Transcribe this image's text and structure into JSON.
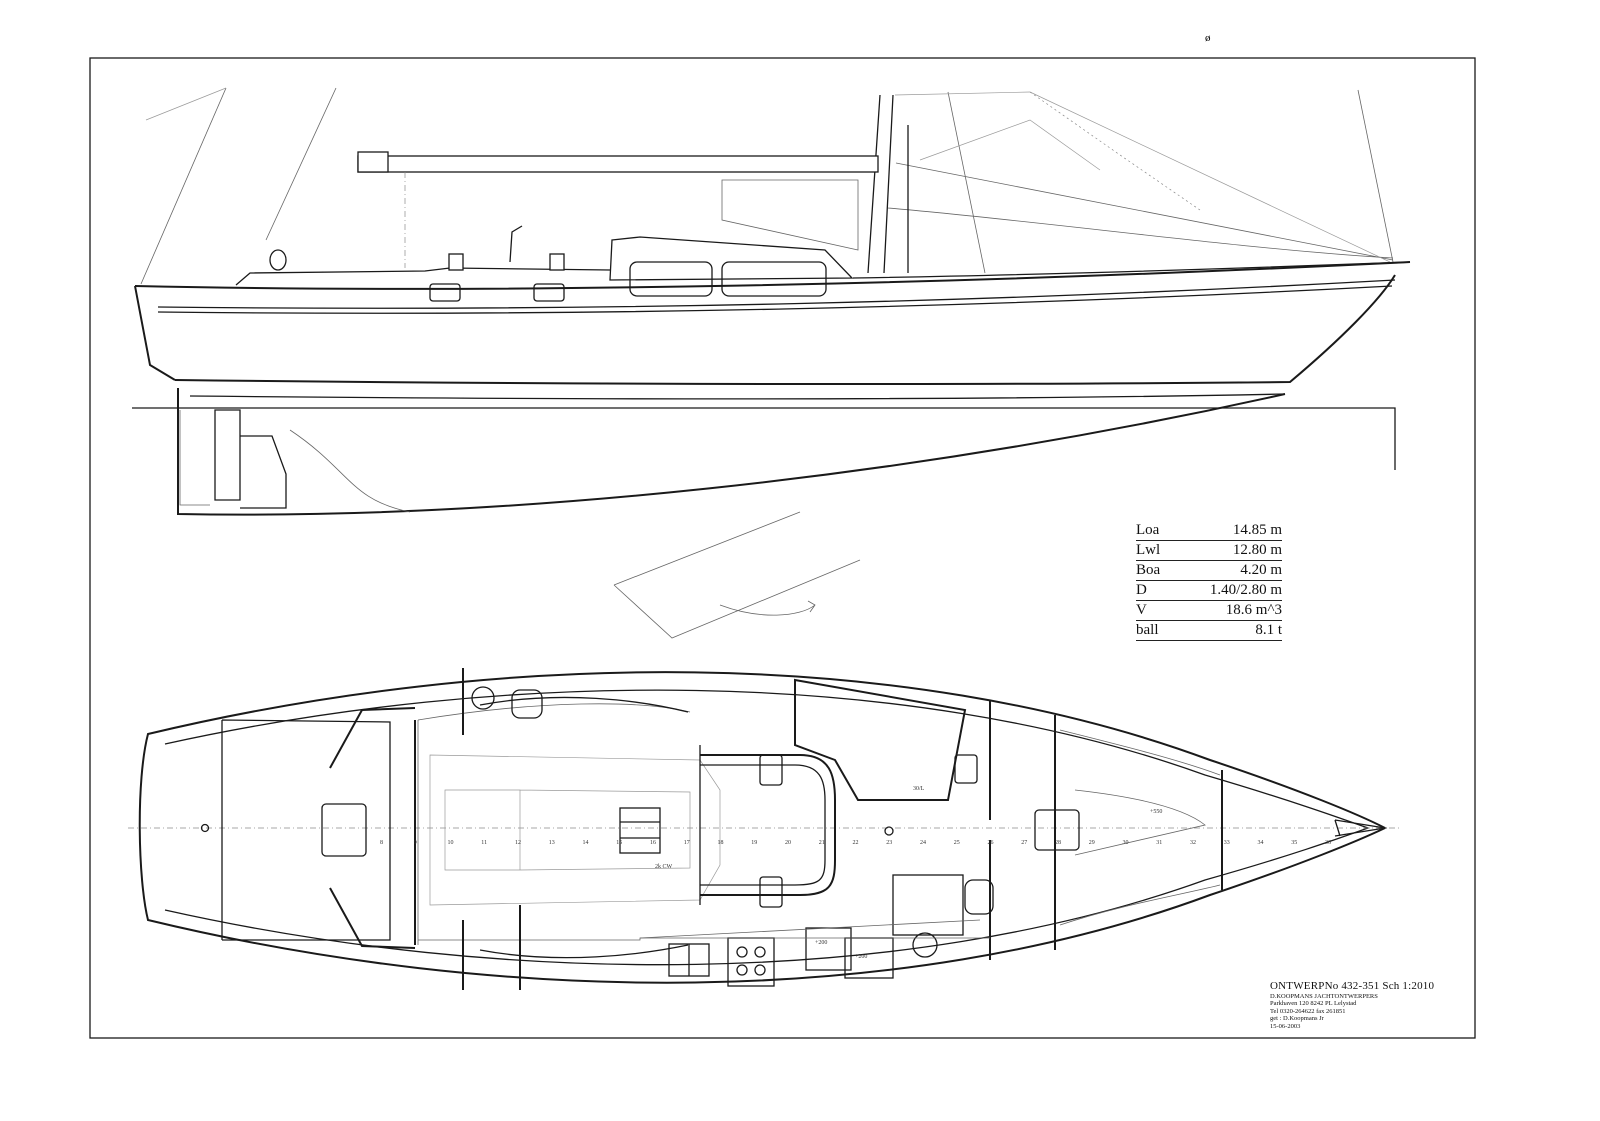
{
  "specs": {
    "rows": [
      {
        "label": "Loa",
        "value": "14.85 m"
      },
      {
        "label": "Lwl",
        "value": "12.80 m"
      },
      {
        "label": "Boa",
        "value": "4.20 m"
      },
      {
        "label": "D",
        "value": "1.40/2.80 m"
      },
      {
        "label": "V",
        "value": "18.6 m^3"
      },
      {
        "label": "ball",
        "value": "8.1 t"
      }
    ]
  },
  "title_block": {
    "design": "ONTWERPNo 432-351 Sch 1:2010",
    "company": "D.KOOPMANS JACHTONTWERPERS",
    "address": "Parkhaven 120 8242 PL Lelystad",
    "phone": "Tel 0320-264622 fax 261851",
    "drawn_by": "get : D.Koopmans Jr",
    "date": "15-06-2003"
  },
  "plan_labels": {
    "stations": [
      "8",
      "9",
      "10",
      "11",
      "12",
      "13",
      "14",
      "15",
      "16",
      "17",
      "18",
      "19",
      "20",
      "21",
      "22",
      "23",
      "24",
      "25",
      "26",
      "27",
      "28",
      "29",
      "30",
      "31",
      "32",
      "33",
      "34",
      "35",
      "36"
    ],
    "berth_a": "+200",
    "berth_b": "+200",
    "berth_c": "+550",
    "cockpit_note": "2k CW",
    "mast_note": "30/L"
  },
  "colors": {
    "line": "#1a1a1a",
    "paper": "#ffffff",
    "grey": "#8a8a8a"
  }
}
